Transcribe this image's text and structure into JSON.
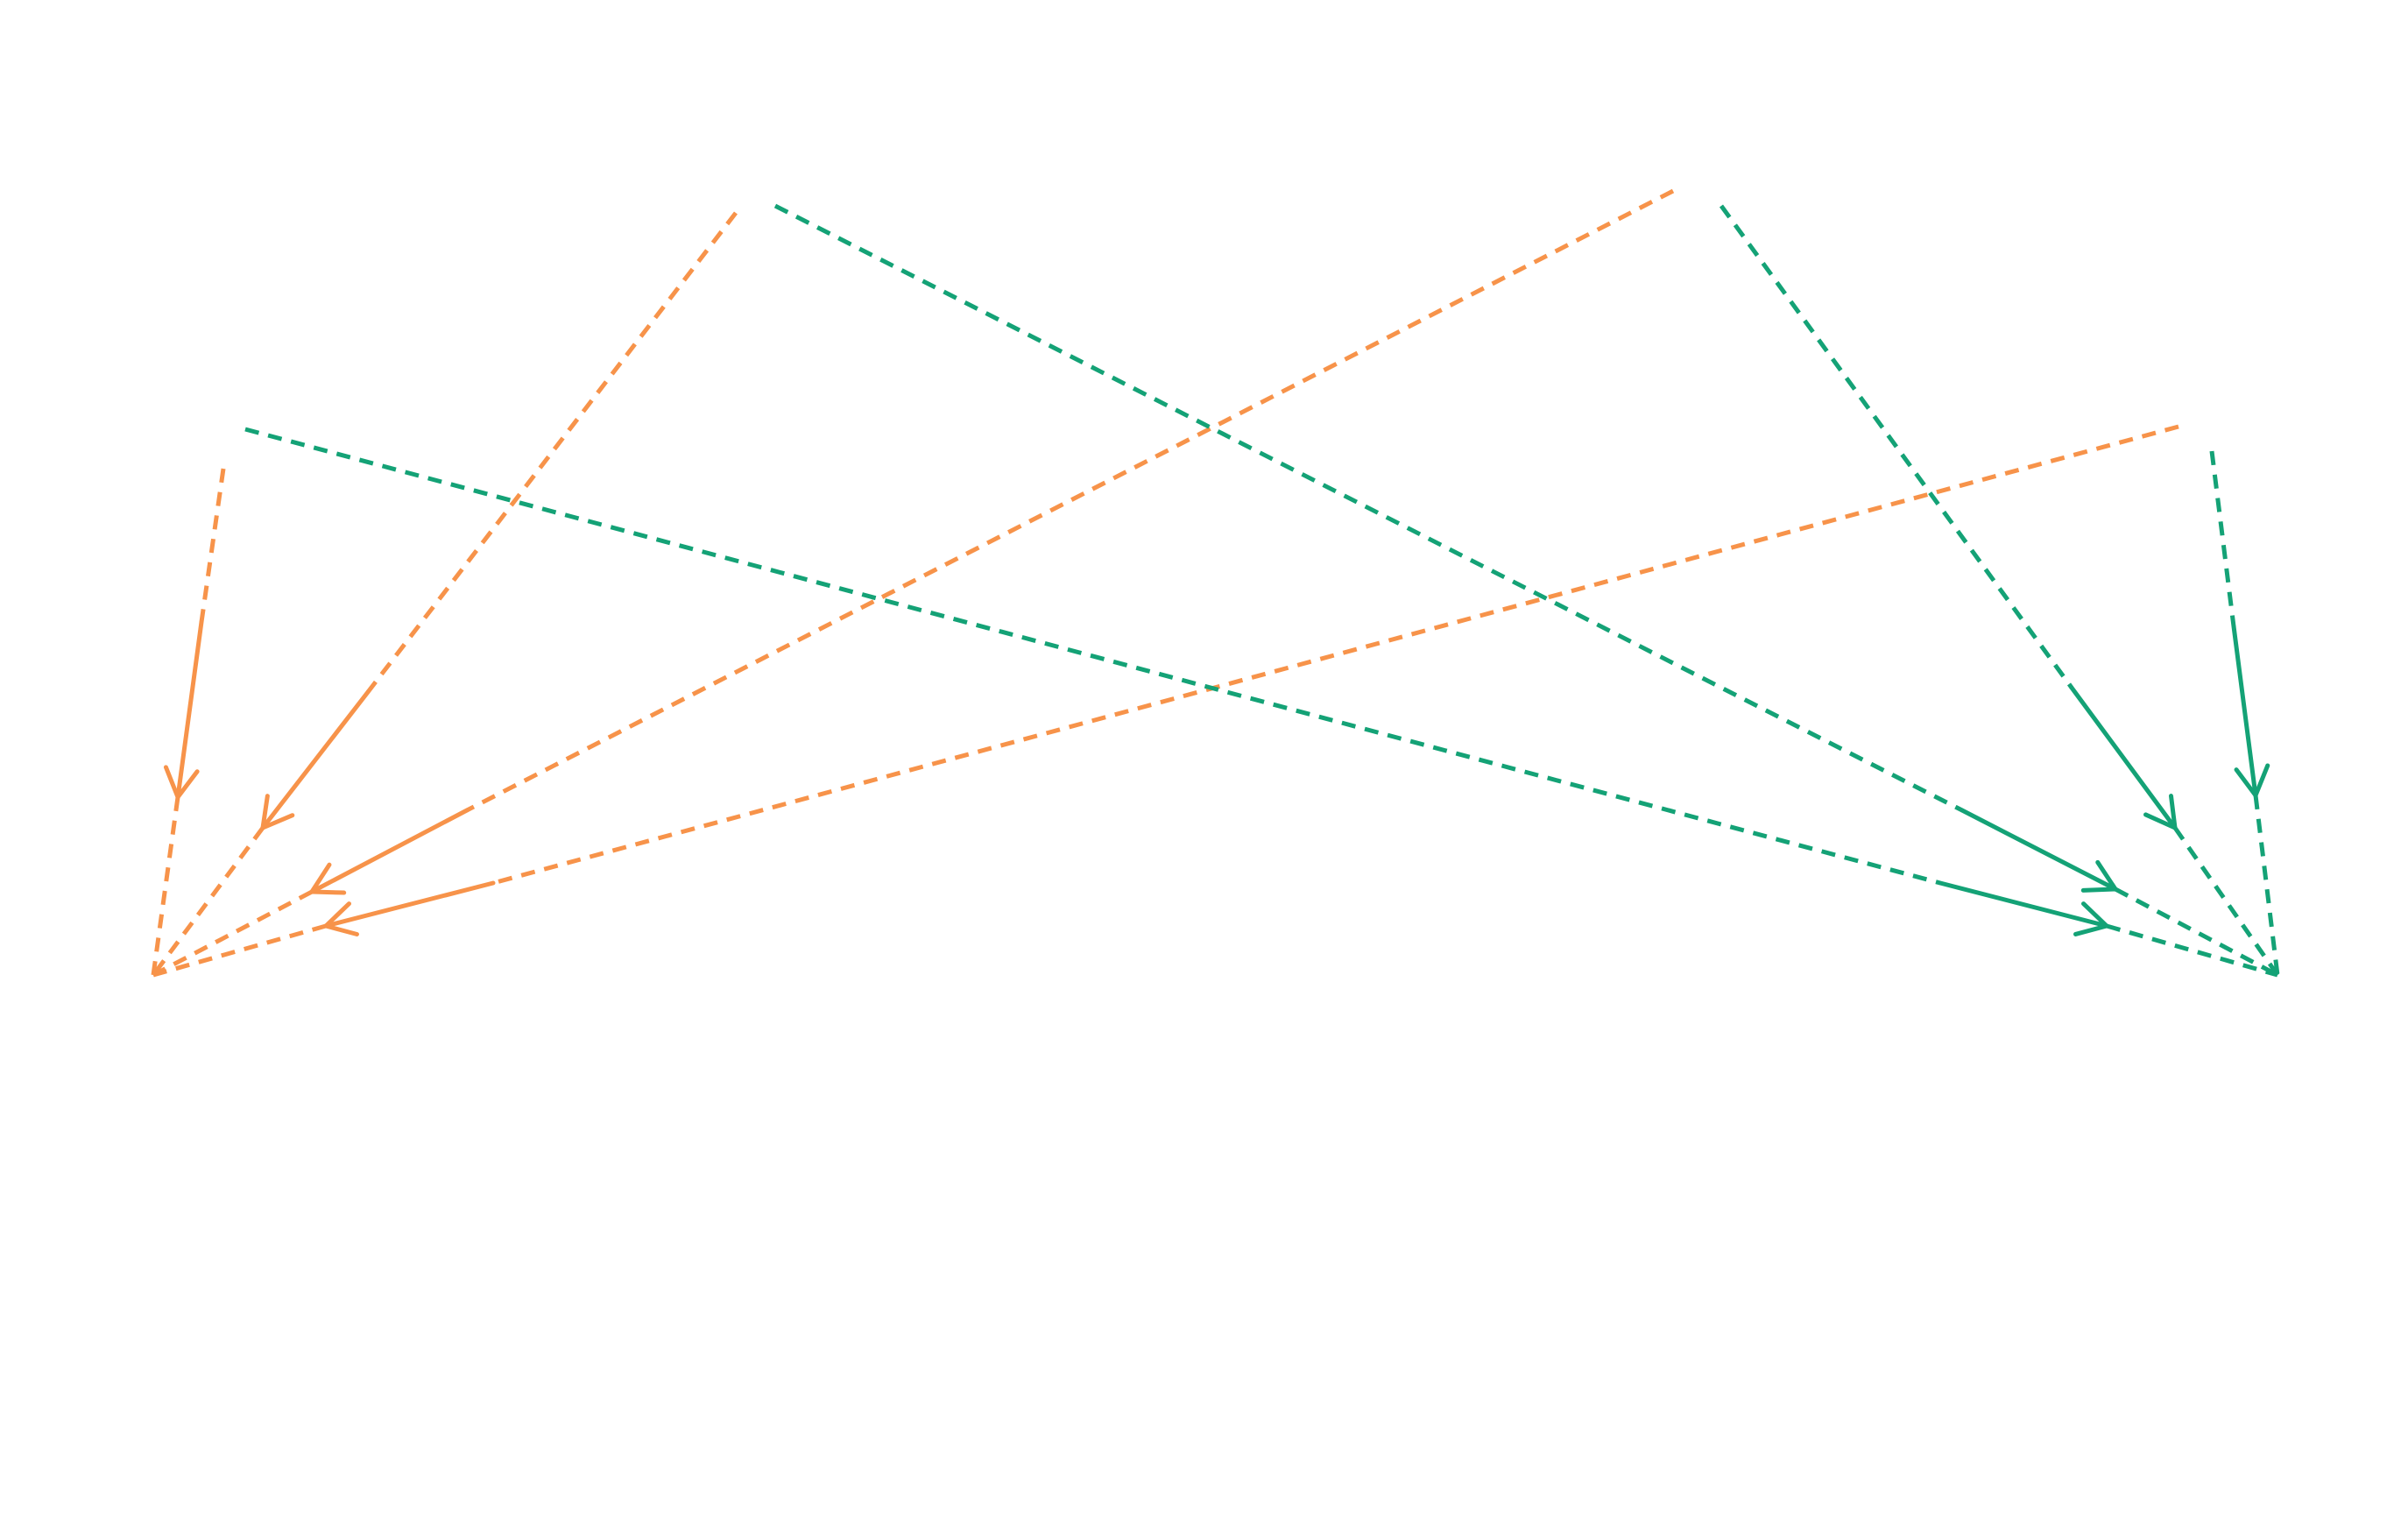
{
  "colors": {
    "orange": "#f7934a",
    "green": "#14a276",
    "background": "#ffffff"
  },
  "diagram": {
    "type": "dashed-arrow-fan",
    "groups": [
      {
        "name": "orange-fan",
        "color_key": "orange",
        "arrow_count": 4
      },
      {
        "name": "green-fan",
        "color_key": "green",
        "arrow_count": 4
      }
    ]
  }
}
